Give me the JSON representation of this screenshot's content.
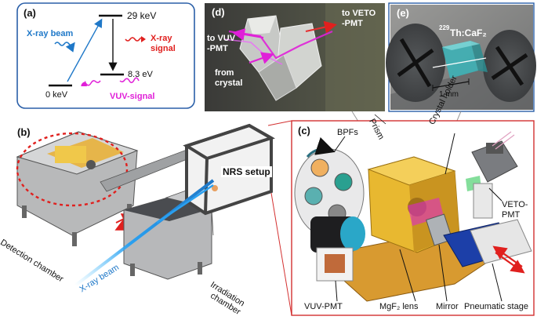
{
  "colors": {
    "xray_blue": "#1f78c8",
    "xray_red": "#e0201e",
    "vuv_magenta": "#e020d8",
    "level_black": "#111111",
    "holder_gold": "#e8b830",
    "panel_border": "#d33030",
    "inset_border": "#2a5fa8"
  },
  "panel_a": {
    "tag": "(a)",
    "level_29kev": "29 keV",
    "level_0kev": "0 keV",
    "level_83ev": "8.3 eV",
    "xray_beam": "X-ray beam",
    "xray_signal_1": "X-ray",
    "xray_signal_2": "signal",
    "vuv_signal": "VUV-signal"
  },
  "panel_b": {
    "tag": "(b)",
    "nrs_setup": "NRS setup",
    "detection_chamber": "Detection chamber",
    "xray_beam": "X-ray beam",
    "irradiation_1": "Irradiation",
    "irradiation_2": "chamber"
  },
  "panel_c": {
    "tag": "(c)",
    "bpfs": "BPFs",
    "prism": "Prism",
    "crystal_holder": "Crystal holder",
    "veto_pmt_1": "VETO-",
    "veto_pmt_2": "PMT",
    "vuv_pmt": "VUV-PMT",
    "mgf2_lens": "MgF₂ lens",
    "mirror": "Mirror",
    "pneumatic_stage": "Pneumatic stage"
  },
  "panel_d": {
    "tag": "(d)",
    "to_veto_1": "to VETO",
    "to_veto_2": "-PMT",
    "to_vuv_1": "to VUV",
    "to_vuv_2": "-PMT",
    "from_crystal_1": "from",
    "from_crystal_2": "crystal"
  },
  "panel_e": {
    "tag": "(e)",
    "crystal_mass": "229",
    "crystal_name": "Th:CaF₂",
    "scale": "1 mm"
  }
}
